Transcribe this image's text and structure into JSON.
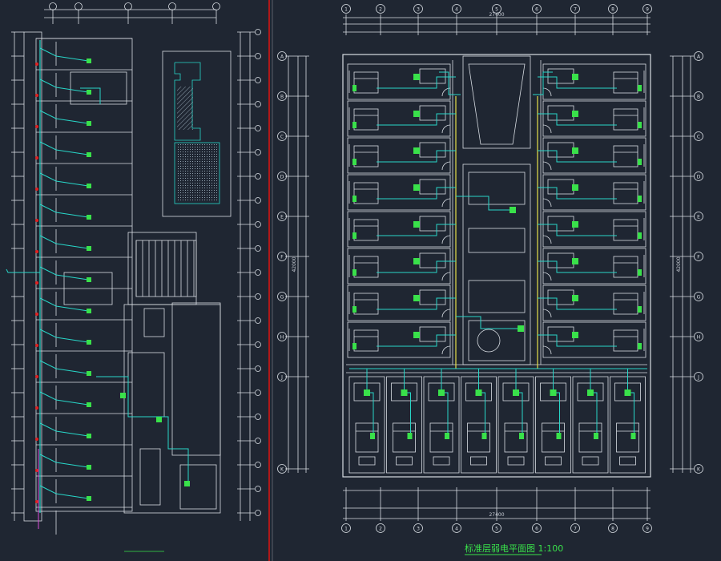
{
  "canvas": {
    "background": "#1f2632",
    "divider_color": "#b01818"
  },
  "colors": {
    "linework": "#d8dde3",
    "dim": "#c9ced6",
    "wire": "#28d6c8",
    "device": "#39e14a",
    "yellow": "#e7e04a",
    "magenta": "#d94fd9",
    "red": "#e02020"
  },
  "plan": {
    "title": "标准层弱电平面图 1:100",
    "overall_dim": "27400",
    "grid_labels_top": [
      "1",
      "2",
      "3",
      "4",
      "5",
      "6",
      "7",
      "8",
      "9"
    ],
    "grid_labels_side": [
      "A",
      "B",
      "C",
      "D",
      "E",
      "F",
      "G",
      "H",
      "J",
      "K"
    ],
    "dim_total_side": "42000"
  },
  "left_sheet": {
    "title": "一层弱电平面图"
  }
}
